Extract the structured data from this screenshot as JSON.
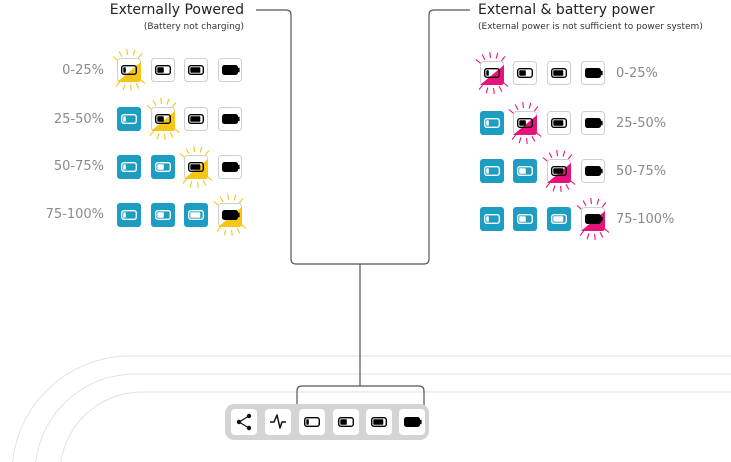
{
  "left_panel": {
    "title": "Externally Powered",
    "subtitle": "(Battery not charging)",
    "levels": [
      "0-25%",
      "25-50%",
      "50-75%",
      "75-100%"
    ]
  },
  "right_panel": {
    "title": "External & battery power",
    "subtitle": "(External power is not sufficient to power system)",
    "levels": [
      "0-25%",
      "25-50%",
      "50-75%",
      "75-100%"
    ]
  },
  "colors": {
    "filled": "#1e9dc3",
    "blink_external": "#f5c518",
    "blink_battery": "#e6147a",
    "icon_border": "#cfcfcf",
    "connector": "#555555",
    "device_bar": "#d4d4d4"
  },
  "device_bar": {
    "icons": [
      "share-icon",
      "pulse-icon",
      "battery-empty-icon",
      "battery-half-icon",
      "battery-three-quarter-icon",
      "battery-full-icon"
    ]
  }
}
